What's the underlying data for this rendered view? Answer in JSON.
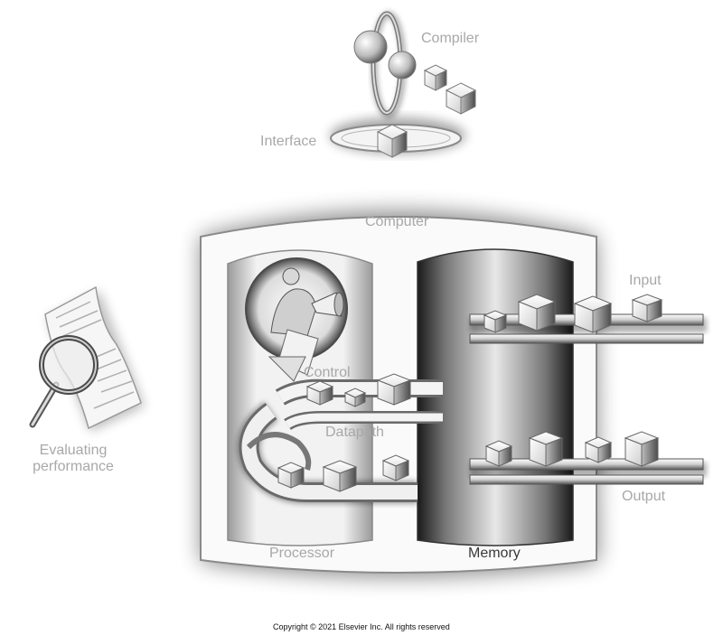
{
  "labels": {
    "compiler": "Compiler",
    "interface": "Interface",
    "computer": "Computer",
    "input": "Input",
    "control": "Control",
    "datapath": "Datapath",
    "evaluating_line1": "Evaluating",
    "evaluating_line2": "performance",
    "output": "Output",
    "processor": "Processor",
    "memory": "Memory"
  },
  "copyright": "Copyright © 2021 Elsevier Inc. All rights reserved",
  "colors": {
    "label_gray": "#a8a8a8",
    "label_dark": "#3a3a3a",
    "shade": "#2a2a2a"
  }
}
